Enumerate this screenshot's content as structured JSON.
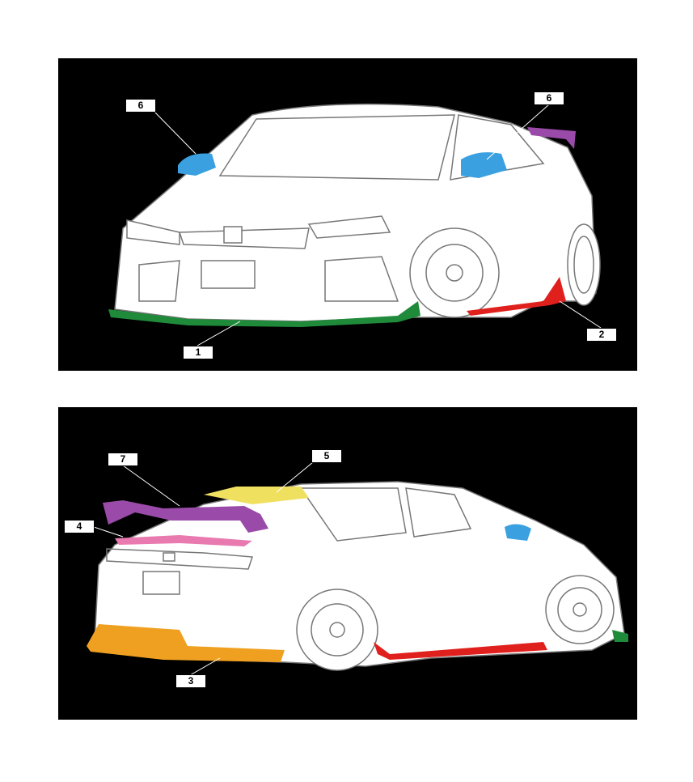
{
  "colors": {
    "front_lip": "#1f8a3a",
    "side_skirt": "#e0201c",
    "rear_diffuser": "#f0a020",
    "rear_lip": "#e87ab0",
    "roof_spoiler": "#f0e060",
    "mirror_cover": "#3aa0e0",
    "wing": "#9a4aa8",
    "background": "#000000"
  },
  "front_view": {
    "callouts": [
      {
        "number": "6",
        "part": "mirror_cover"
      },
      {
        "number": "6",
        "part": "mirror_cover"
      },
      {
        "number": "1",
        "part": "front_lip"
      },
      {
        "number": "2",
        "part": "side_skirt"
      }
    ]
  },
  "rear_view": {
    "callouts": [
      {
        "number": "7",
        "part": "wing"
      },
      {
        "number": "5",
        "part": "roof_spoiler"
      },
      {
        "number": "4",
        "part": "rear_lip"
      },
      {
        "number": "3",
        "part": "rear_diffuser"
      }
    ]
  }
}
